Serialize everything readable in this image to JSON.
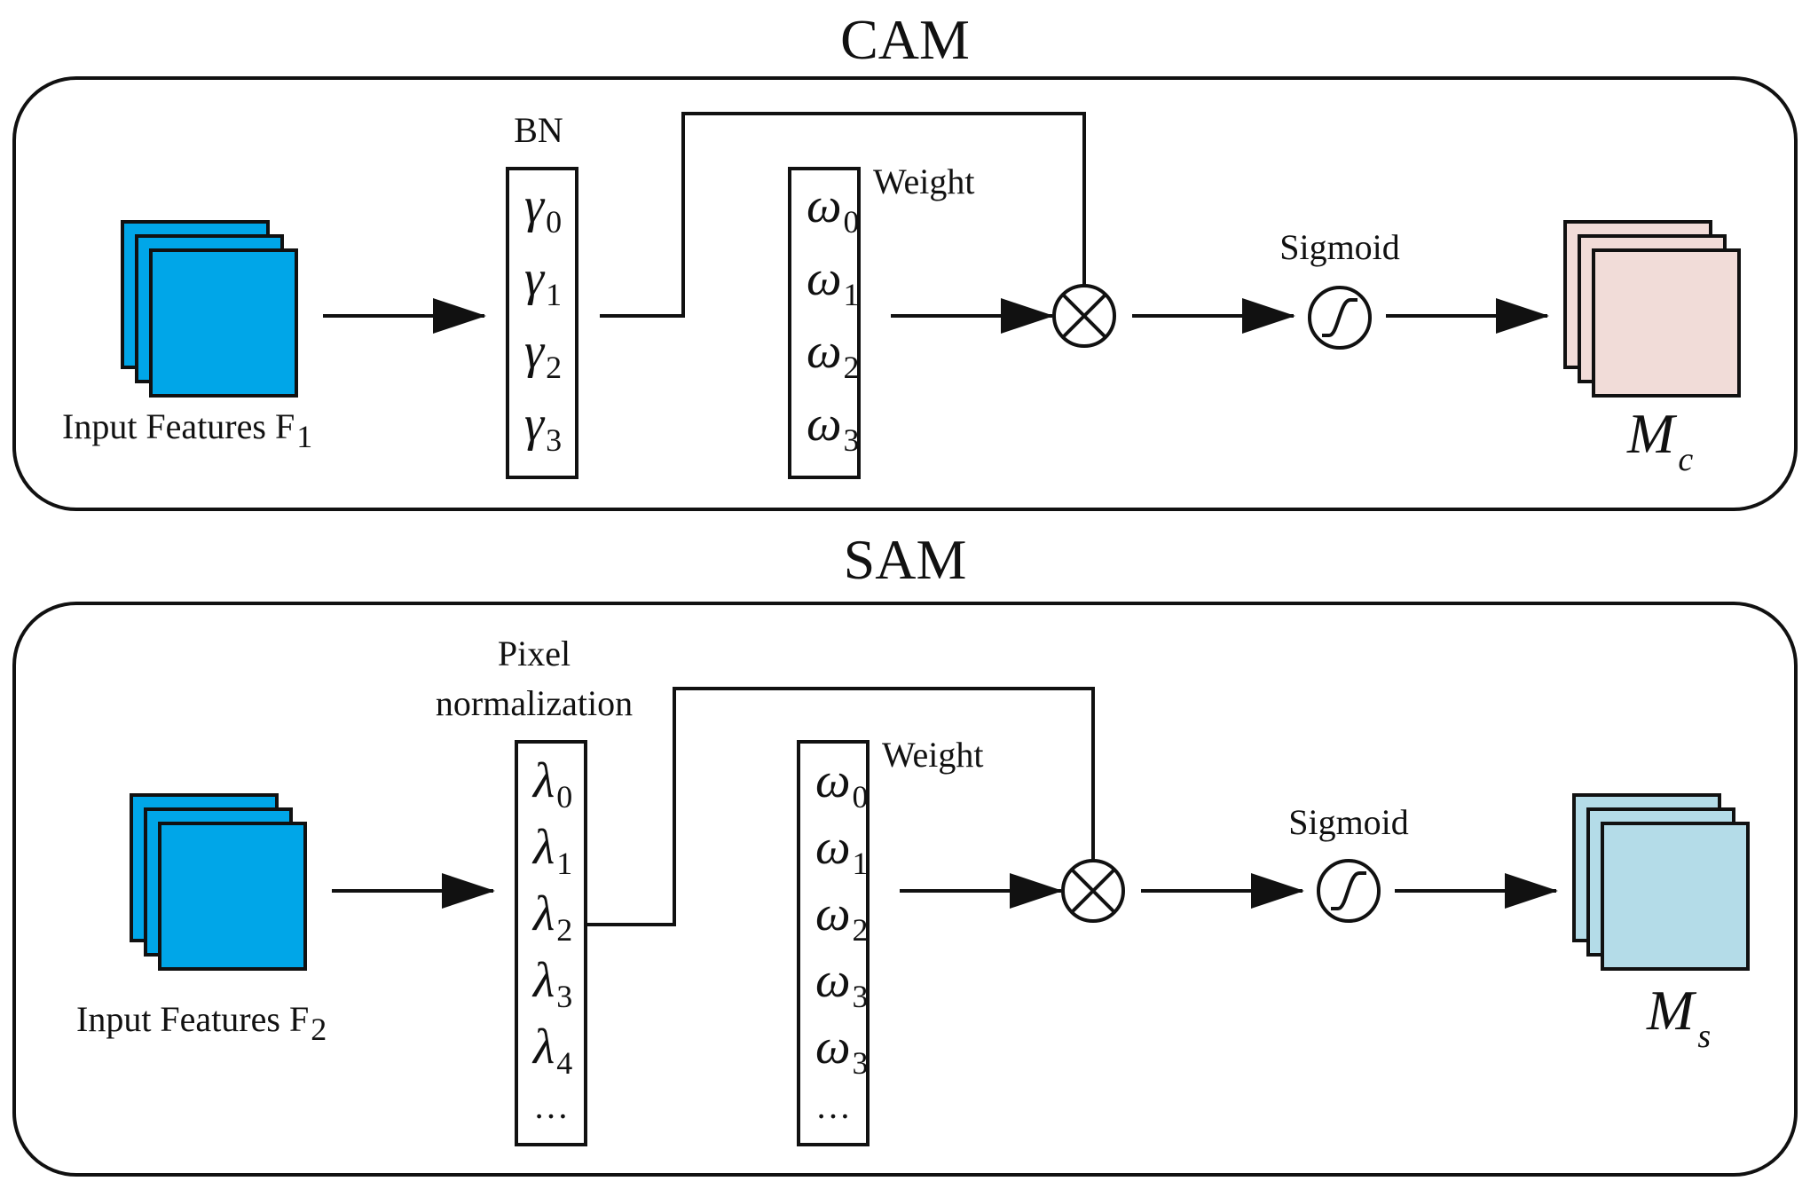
{
  "colors": {
    "input_blue": "#00a6e8",
    "output_pink": "#f1dcd8",
    "output_lightblue": "#b4dce8",
    "stroke": "#111111"
  },
  "cam": {
    "title": "CAM",
    "input_label": "Input Features F",
    "input_sub": "1",
    "norm_label": "BN",
    "norm_items": [
      {
        "sym": "γ",
        "sub": "0"
      },
      {
        "sym": "γ",
        "sub": "1"
      },
      {
        "sym": "γ",
        "sub": "2"
      },
      {
        "sym": "γ",
        "sub": "3"
      }
    ],
    "weight_label": "Weight",
    "weight_items": [
      {
        "sym": "ω",
        "sub": "0"
      },
      {
        "sym": "ω",
        "sub": "1"
      },
      {
        "sym": "ω",
        "sub": "2"
      },
      {
        "sym": "ω",
        "sub": "3"
      }
    ],
    "multiply_icon": "multiply-circle-icon",
    "sigmoid_label": "Sigmoid",
    "sigmoid_icon": "sigmoid-curve-icon",
    "output_label": "M",
    "output_sub": "c"
  },
  "sam": {
    "title": "SAM",
    "input_label": "Input Features F",
    "input_sub": "2",
    "norm_label_line1": "Pixel",
    "norm_label_line2": "normalization",
    "norm_items": [
      {
        "sym": "λ",
        "sub": "0"
      },
      {
        "sym": "λ",
        "sub": "1"
      },
      {
        "sym": "λ",
        "sub": "2"
      },
      {
        "sym": "λ",
        "sub": "3"
      },
      {
        "sym": "λ",
        "sub": "4"
      }
    ],
    "norm_ellipsis": "…",
    "weight_label": "Weight",
    "weight_items": [
      {
        "sym": "ω",
        "sub": "0"
      },
      {
        "sym": "ω",
        "sub": "1"
      },
      {
        "sym": "ω",
        "sub": "2"
      },
      {
        "sym": "ω",
        "sub": "3"
      },
      {
        "sym": "ω",
        "sub": "3"
      }
    ],
    "weight_ellipsis": "…",
    "multiply_icon": "multiply-circle-icon",
    "sigmoid_label": "Sigmoid",
    "sigmoid_icon": "sigmoid-curve-icon",
    "output_label": "M",
    "output_sub": "s"
  }
}
